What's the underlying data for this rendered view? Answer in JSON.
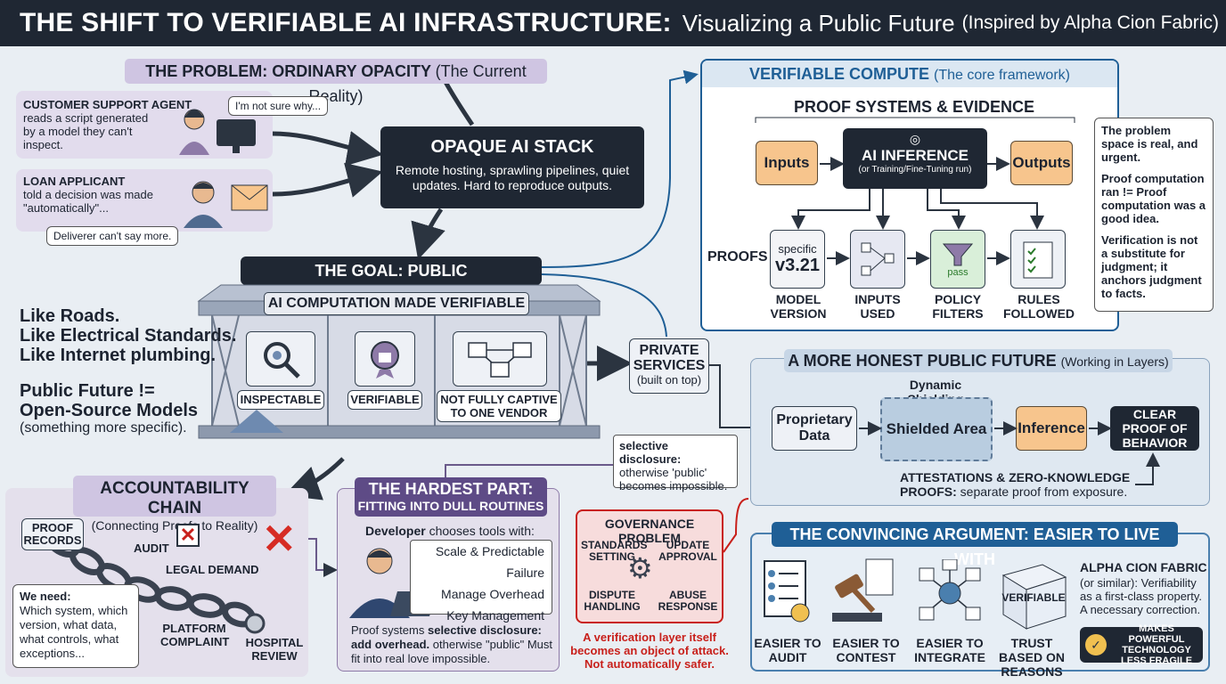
{
  "header": {
    "title": "THE SHIFT TO VERIFIABLE AI INFRASTRUCTURE:",
    "subtitle": "Visualizing a Public Future",
    "note": "(Inspired by Alpha Cion Fabric)"
  },
  "problem": {
    "title": "THE PROBLEM: ORDINARY OPACITY",
    "title_note": "(The Current Reality)",
    "agent": {
      "heading": "CUSTOMER SUPPORT AGENT",
      "text": "reads a script generated by a model they can't inspect.",
      "bubble": "I'm not sure why..."
    },
    "loan": {
      "heading": "LOAN APPLICANT",
      "text": "told a decision was made \"automatically\"...",
      "bubble": "Deliverer can't say more."
    },
    "stack": {
      "title": "OPAQUE AI STACK",
      "text": "Remote hosting, sprawling pipelines, quiet updates. Hard to reproduce outputs."
    }
  },
  "goal": {
    "title": "THE GOAL: PUBLIC INFRASTRUCTURE",
    "banner": "AI COMPUTATION MADE VERIFIABLE",
    "pillars": [
      "INSPECTABLE",
      "VERIFIABLE",
      "NOT FULLY CAPTIVE TO ONE VENDOR"
    ],
    "likes": [
      "Like Roads.",
      "Like Electrical Standards.",
      "Like Internet plumbing."
    ],
    "public_line1": "Public Future !=",
    "public_line2": "Open-Source Models",
    "public_note": "(something more specific)."
  },
  "compute": {
    "title": "VERIFIABLE COMPUTE",
    "title_note": "(The core framework)",
    "subtitle": "PROOF SYSTEMS & EVIDENCE",
    "inputs": "Inputs",
    "outputs": "Outputs",
    "inference": "AI INFERENCE",
    "inference_note": "(or Training/Fine-Tuning run)",
    "proofs_label": "PROOFS OF:",
    "version_small": "specific",
    "version": "v3.21",
    "pass": "pass",
    "proofs": [
      "MODEL VERSION",
      "INPUTS USED",
      "POLICY FILTERS",
      "RULES FOLLOWED"
    ],
    "side_notes": [
      "The problem space is real, and urgent.",
      "Proof computation ran != Proof computation was a good idea.",
      "Verification is not a substitute for judgment; it anchors judgment to facts."
    ]
  },
  "private": {
    "title": "PRIVATE SERVICES",
    "note": "(built on top)"
  },
  "honest": {
    "title": "A MORE HONEST PUBLIC FUTURE",
    "title_note": "(Working in Layers)",
    "shielding": "Dynamic Shielding",
    "steps": [
      "Proprietary Data",
      "Shielded Area",
      "Inference",
      "CLEAR PROOF OF BEHAVIOR"
    ],
    "attest_bold": "ATTESTATIONS & ZERO-KNOWLEDGE PROOFS:",
    "attest": "separate proof from exposure."
  },
  "selective": {
    "bold": "selective disclosure:",
    "text": "otherwise 'public' becomes impossible."
  },
  "accountability": {
    "title": "ACCOUNTABILITY CHAIN",
    "title_note": "(Connecting Proofs to Reality)",
    "proof_records": "PROOF RECORDS",
    "audit": "AUDIT",
    "legal": "LEGAL DEMAND",
    "platform": "PLATFORM COMPLAINT",
    "hospital": "HOSPITAL REVIEW",
    "need_bold": "We need:",
    "need": "Which system, which version, what data, what controls, what exceptions..."
  },
  "hardest": {
    "title": "THE HARDEST PART:",
    "subtitle": "FITTING INTO DULL ROUTINES",
    "developer": "Developer",
    "developer_rest": "chooses tools with:",
    "tools": [
      "Scale & Predictable Failure",
      "Manage Overhead",
      "Key Management"
    ],
    "footer_pre": "Proof systems",
    "footer_bold": "selective disclosure: add overhead.",
    "footer_rest": "otherwise \"public\" Must fit into real love impossible."
  },
  "governance": {
    "title": "GOVERNANCE PROBLEM",
    "items": [
      "STANDARDS SETTING",
      "UPDATE APPROVAL",
      "DISPUTE HANDLING",
      "ABUSE RESPONSE"
    ],
    "warning": "A verification layer itself becomes an object of attack. Not automatically safer."
  },
  "convincing": {
    "title": "THE CONVINCING ARGUMENT: EASIER TO LIVE WITH",
    "items": [
      "EASIER TO AUDIT",
      "EASIER TO CONTEST",
      "EASIER TO INTEGRATE",
      "TRUST BASED ON REASONS"
    ],
    "cube_label": "VERIFIABLE",
    "fabric_title": "ALPHA CION FABRIC",
    "fabric_text": "(or similar): Verifiability as a first-class property. A necessary correction.",
    "badge": "MAKES POWERFUL TECHNOLOGY LESS FRAGILE"
  },
  "colors": {
    "dark": "#1f2733",
    "orange": "#f7c58d",
    "lavender": "#e2dced",
    "blue": "#1f5f96",
    "red": "#c8201b"
  }
}
